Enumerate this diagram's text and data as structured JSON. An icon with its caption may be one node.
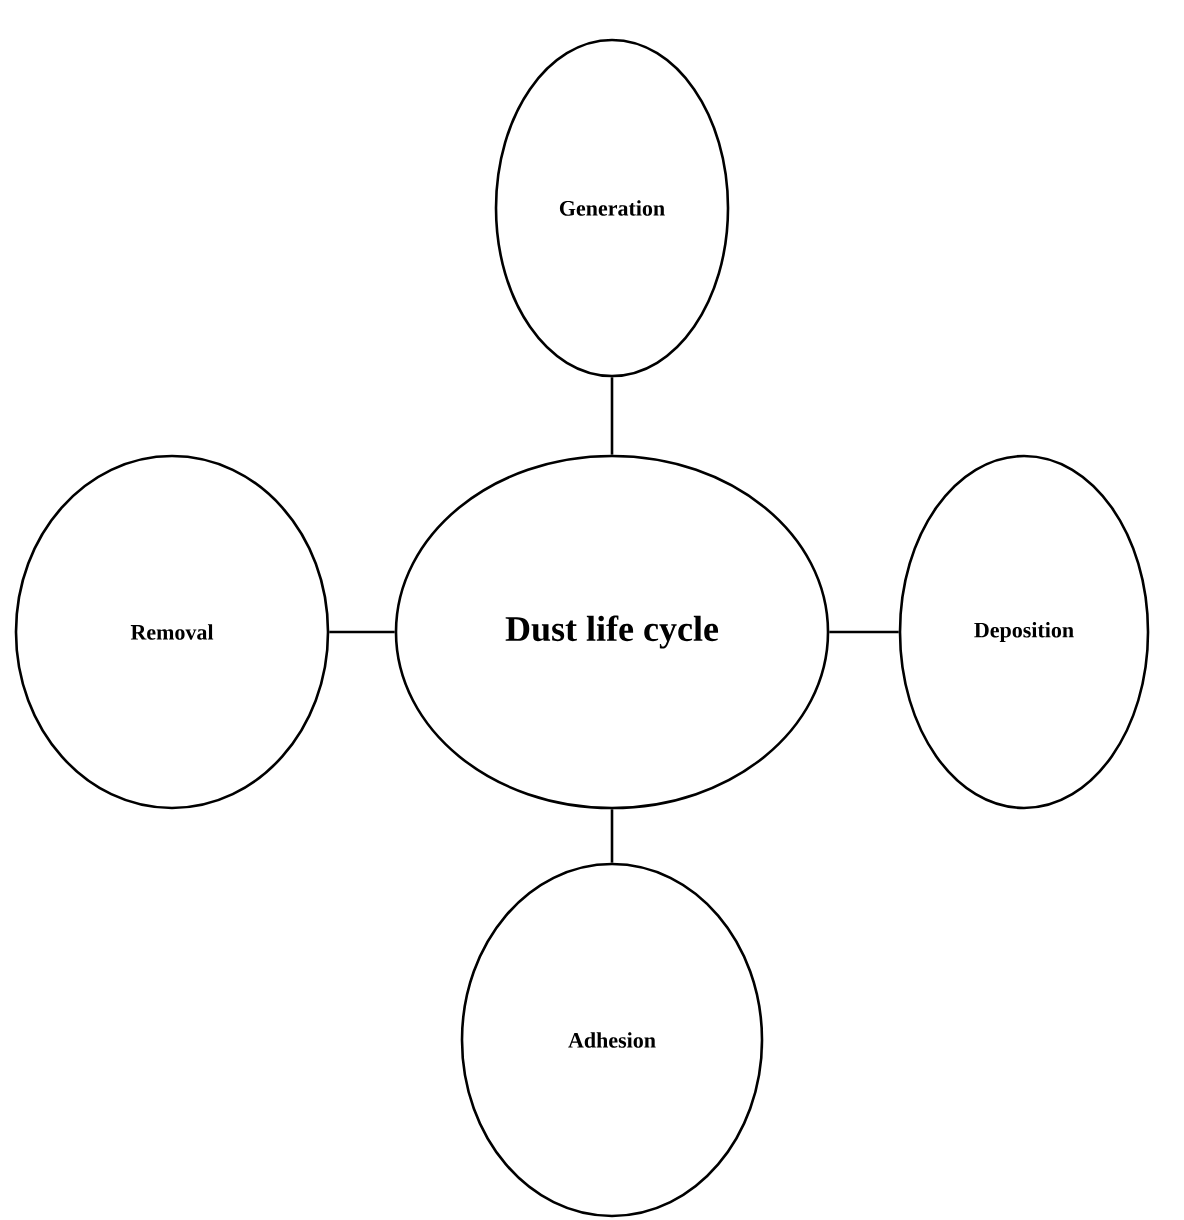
{
  "diagram": {
    "nodes": [
      {
        "text": [
          "Generation"
        ]
      },
      {
        "text": [
          "Removal"
        ]
      },
      {
        "text": [
          "Dust life cycle"
        ]
      },
      {
        "text": [
          "Deposition"
        ]
      },
      {
        "text": [
          "Adhesion"
        ]
      }
    ],
    "edges": [
      {
        "from": 2,
        "to": 0,
        "arrow": "none"
      },
      {
        "from": 2,
        "to": 1,
        "arrow": "none"
      },
      {
        "from": 2,
        "to": 3,
        "arrow": "none"
      },
      {
        "from": 2,
        "to": 4,
        "arrow": "none"
      }
    ]
  }
}
